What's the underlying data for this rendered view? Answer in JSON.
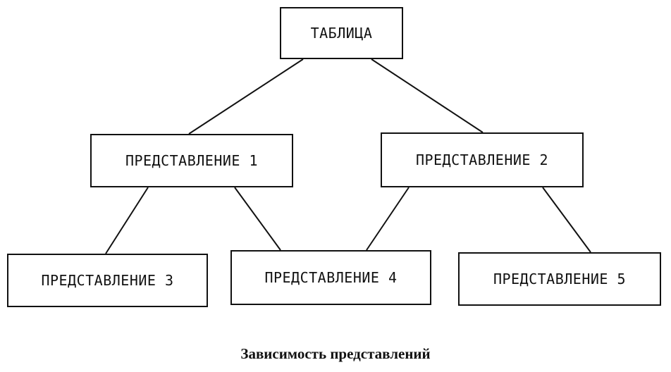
{
  "diagram": {
    "nodes": {
      "table": "ТАБЛИЦА",
      "view1": "ПРЕДСТАВЛЕНИЕ 1",
      "view2": "ПРЕДСТАВЛЕНИЕ 2",
      "view3": "ПРЕДСТАВЛЕНИЕ 3",
      "view4": "ПРЕДСТАВЛЕНИЕ 4",
      "view5": "ПРЕДСТАВЛЕНИЕ 5"
    },
    "edges": [
      [
        "table",
        "view1"
      ],
      [
        "table",
        "view2"
      ],
      [
        "view1",
        "view3"
      ],
      [
        "view1",
        "view4"
      ],
      [
        "view2",
        "view4"
      ],
      [
        "view2",
        "view5"
      ]
    ],
    "caption": "Зависимость представлений"
  },
  "colors": {
    "line": "#111111",
    "background": "#ffffff"
  }
}
